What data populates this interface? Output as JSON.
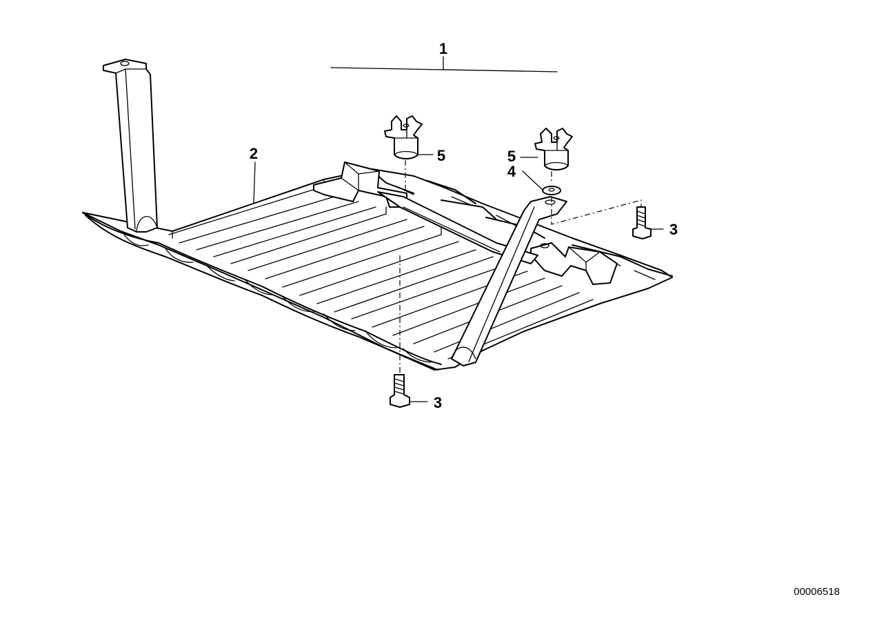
{
  "callouts": {
    "part_1": "1",
    "part_2": "2",
    "part_3_right": "3",
    "part_3_bottom": "3",
    "part_4": "4",
    "part_5_left": "5",
    "part_5_right": "5"
  },
  "diagram_id": "00006518"
}
